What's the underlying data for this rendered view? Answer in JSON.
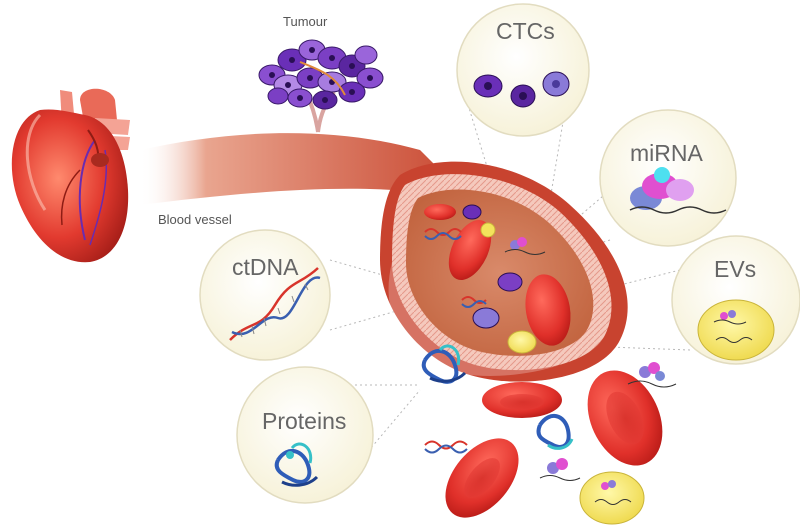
{
  "labels": {
    "tumour": "Tumour",
    "blood_vessel": "Blood vessel",
    "ctcs": "CTCs",
    "mirna": "miRNA",
    "evs": "EVs",
    "ctdna": "ctDNA",
    "proteins": "Proteins"
  },
  "colors": {
    "bubble_fill": "#fbf8e4",
    "bubble_stroke": "#e2dcc0",
    "blood_red": "#e0302a",
    "vessel_wall": "#c9432f",
    "tumour_purple": "#7b3fc4",
    "ev_yellow": "#f3e35c",
    "dna_red": "#d8342b",
    "dna_blue": "#3a5fb0",
    "protein_blue": "#2f5db8",
    "protein_cyan": "#36c0c8",
    "heart_red": "#e23a2f"
  }
}
